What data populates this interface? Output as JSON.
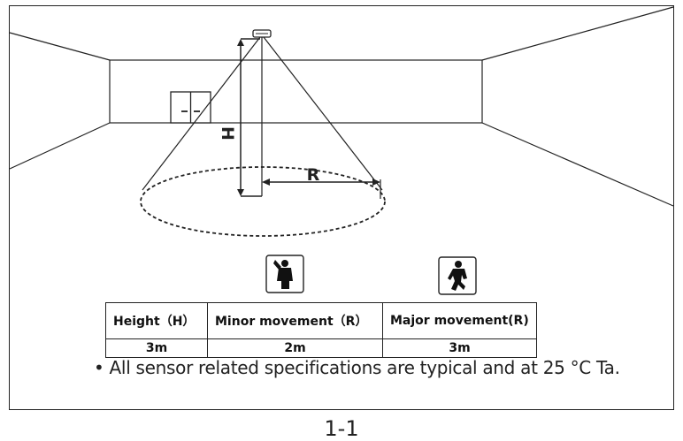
{
  "diagram": {
    "height_symbol": "H",
    "radius_symbol": "R"
  },
  "icons": {
    "minor_icon": "person-waving-icon",
    "major_icon": "person-walking-icon"
  },
  "table": {
    "headers": [
      "Height（H）",
      "Minor movement（R）",
      "Major movement(R)"
    ],
    "values": [
      "3m",
      "2m",
      "3m"
    ]
  },
  "note": "• All sensor related specifications are typical and at 25 °C Ta.",
  "figure_label": "1-1"
}
